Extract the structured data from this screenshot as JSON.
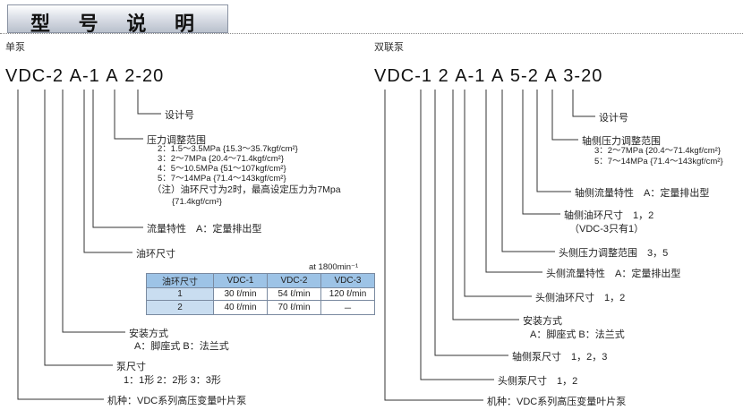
{
  "page_title": "型 号 说 明",
  "single": {
    "section_title": "单泵",
    "model_parts": [
      "VDC",
      "-",
      "2",
      "A",
      "-",
      "1",
      "A",
      "2",
      "-",
      "20"
    ],
    "design_no": "设计号",
    "pressure": {
      "title": "压力调整范围",
      "items": [
        "2：1.5～3.5MPa {15.3～35.7kgf/cm²}",
        "3：2～7MPa {20.4～71.4kgf/cm²}",
        "4：5～10.5MPa {51～107kgf/cm²}",
        "5：7～14MPa {71.4～143kgf/cm²}"
      ],
      "note1": "（注）油环尺寸为2时，最高设定压力为7Mpa",
      "note2": "{71.4kgf/cm²}"
    },
    "flow_char": "流量特性　A：定量排出型",
    "ring_size": "油环尺寸",
    "rpm_note": "at 1800min⁻¹",
    "table": {
      "header": [
        "油环尺寸",
        "VDC-1",
        "VDC-2",
        "VDC-3"
      ],
      "rows": [
        [
          "1",
          "30 ℓ/min",
          "54 ℓ/min",
          "120 ℓ/min"
        ],
        [
          "2",
          "40 ℓ/min",
          "70 ℓ/min",
          "－"
        ]
      ]
    },
    "mounting": {
      "title": "安装方式",
      "options": "A：脚座式  B：法兰式"
    },
    "pump_size": {
      "title": "泵尺寸",
      "options": "1：1形  2：2形  3：3形"
    },
    "series": "机种：VDC系列高压变量叶片泵"
  },
  "double": {
    "section_title": "双联泵",
    "model_parts": [
      "VDC",
      "-",
      "1",
      "2",
      "A",
      "-",
      "1",
      "A",
      "5",
      "-",
      "2",
      "A",
      "3",
      "-",
      "20"
    ],
    "design_no": "设计号",
    "shaft_pressure": {
      "title": "轴侧压力调整范围",
      "items": [
        "3：2～7MPa {20.4～71.4kgf/cm²}",
        "5：7～14MPa {71.4～143kgf/cm²}"
      ]
    },
    "shaft_flow_char": "轴侧流量特性　A：定量排出型",
    "shaft_ring": "轴侧油环尺寸　1，2",
    "shaft_ring_note": "（VDC-3只有1）",
    "head_pressure": "头侧压力调整范围　3，5",
    "head_flow_char": "头侧流量特性　A：定量排出型",
    "head_ring": "头侧油环尺寸　1，2",
    "mounting": {
      "title": "安装方式",
      "options": "A：脚座式  B：法兰式"
    },
    "shaft_pump_size": "轴侧泵尺寸　1，2，3",
    "head_pump_size": "头侧泵尺寸　1，2",
    "series": "机种：VDC系列高压变量叶片泵"
  }
}
